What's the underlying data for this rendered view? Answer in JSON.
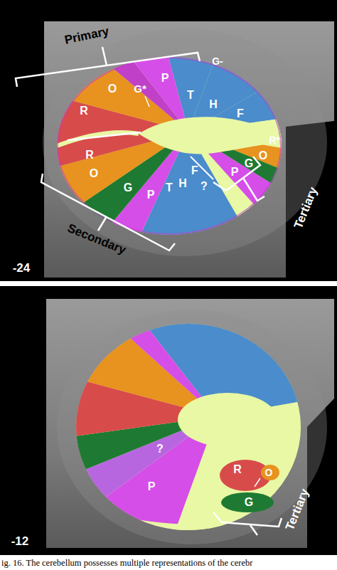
{
  "diagram": {
    "caption": "ig. 16. The cerebellum possesses multiple representations of the cerebr",
    "labels": [
      "Primary",
      "R",
      "R",
      "O",
      "G*",
      "P",
      "G-",
      "T",
      "H",
      "F",
      "R*",
      "O",
      "G",
      "P",
      "?",
      "F",
      "H",
      "T",
      "P",
      "G",
      "O",
      "Secondary",
      "Tertiary",
      "-24",
      "R",
      "O",
      "G",
      "?",
      "P",
      "Tertiary",
      "-12"
    ]
  }
}
